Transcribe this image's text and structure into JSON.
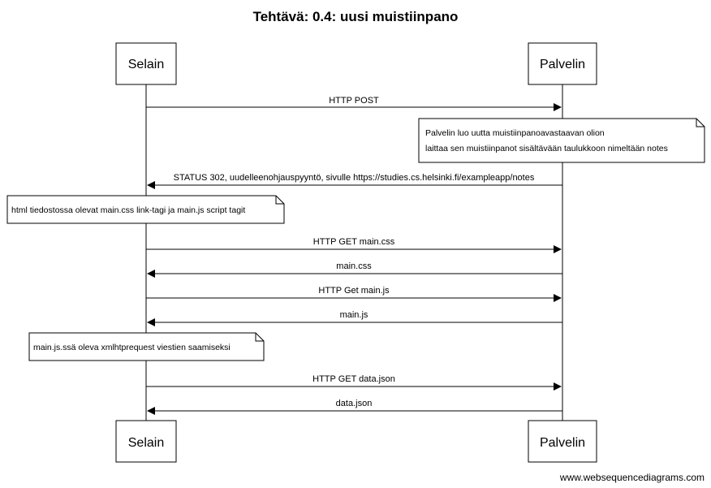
{
  "diagram": {
    "title": "Tehtävä: 0.4: uusi muistiinpano",
    "participants": [
      "Selain",
      "Palvelin"
    ],
    "messages": [
      "HTTP POST",
      "STATUS 302, uudelleenohjauspyyntö, sivulle https://studies.cs.helsinki.fi/exampleapp/notes",
      "HTTP GET main.css",
      "main.css",
      "HTTP Get main.js",
      "main.js",
      "HTTP GET data.json",
      "data.json"
    ],
    "notes": {
      "server_note_line1": "Palvelin luo uutta muistiinpanoavastaavan olion",
      "server_note_line2": "laittaa sen muistiinpanot sisältävään taulukkoon nimeltään notes",
      "html_note": "html tiedostossa olevat main.css link-tagi ja main.js script tagit",
      "js_note": "main.js.ssä oleva xmlhtprequest viestien saamiseksi"
    },
    "footer": "www.websequencediagrams.com"
  }
}
